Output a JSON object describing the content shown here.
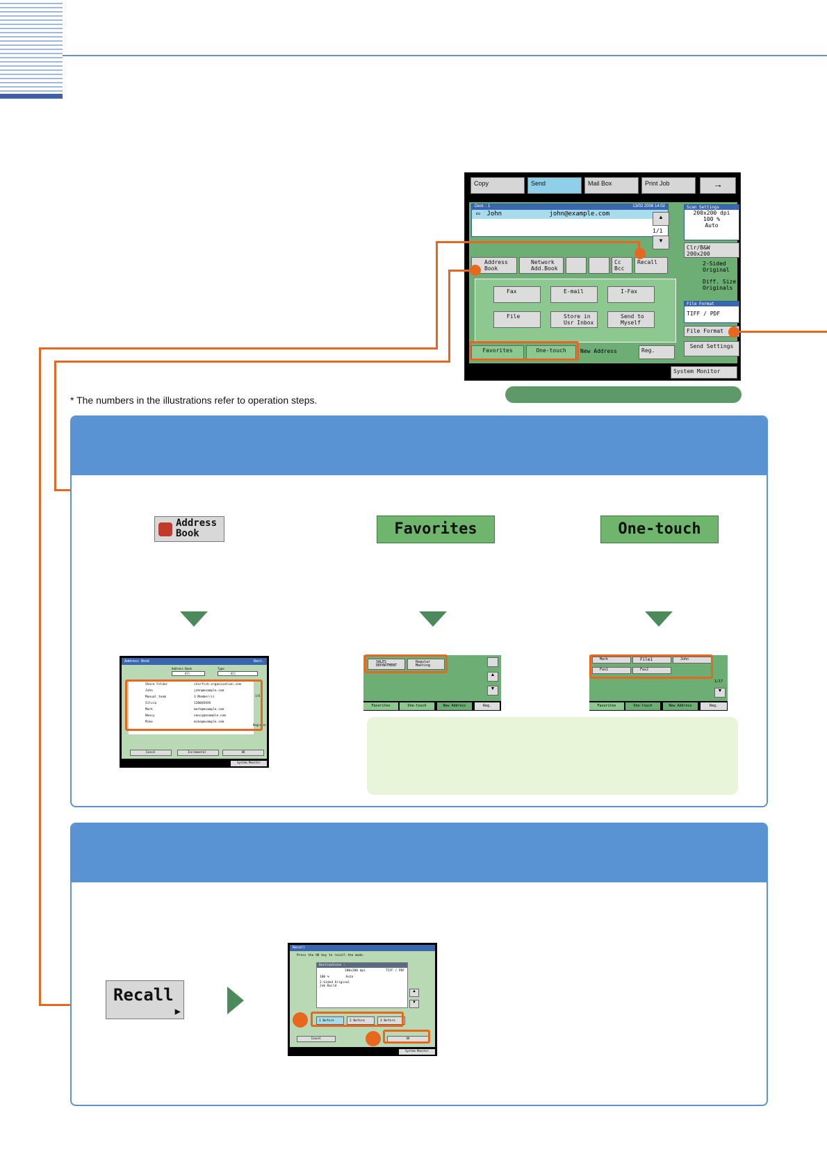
{
  "note": "* The numbers in the illustrations refer to operation steps.",
  "panel": {
    "tabs": [
      "Copy",
      "Send",
      "Mail Box",
      "Print Job"
    ],
    "dest_label": "Dest. :",
    "dest_count": "1",
    "dest_datetime": "13/02 2008 14:02",
    "dest_name": "John",
    "dest_email": "john@example.com",
    "page_indicator": "1/1",
    "scan_settings_label": "Scan Settings",
    "resolution": "200x200 dpi",
    "zoom": "100 %",
    "auto": "Auto",
    "color_mode": "Clr/B&W",
    "color_res": "200x200",
    "two_sided": "2-Sided Original",
    "diff_size": "Diff. Size Originals",
    "file_format_label": "File Format",
    "file_format_value": "TIFF / PDF",
    "file_format_btn": "File Format",
    "send_settings": "Send Settings",
    "address_book": "Address Book",
    "network_book": "Network Add.Book",
    "cc_bcc": "Cc Bcc",
    "recall": "Recall",
    "fax": "Fax",
    "email": "E-mail",
    "ifax": "I-Fax",
    "file": "File",
    "store_inbox": "Store in Usr Inbox",
    "send_myself": "Send to Myself",
    "favorites": "Favorites",
    "one_touch": "One-touch",
    "new_address": "New Address",
    "reg": "Reg.",
    "system_monitor": "System Monitor"
  },
  "buttons": {
    "address_book": "Address Book",
    "favorites": "Favorites",
    "one_touch": "One-touch",
    "recall": "Recall"
  },
  "addr_screen": {
    "title": "Address Book",
    "dest": "Dest.",
    "book_label": "Address Book",
    "type_label": "Type",
    "all": "All",
    "entries": [
      [
        "Share Folder",
        "starfish.organization.com"
      ],
      [
        "John",
        "john@example.com"
      ],
      [
        "Manual team",
        "3 Member(s)"
      ],
      [
        "Silvia",
        "1200XXXXX"
      ],
      [
        "Mark",
        "mark@example.com"
      ],
      [
        "Nancy",
        "nancy@example.com"
      ],
      [
        "Mike",
        "mike@example.com"
      ]
    ],
    "page": "1/6",
    "register": "Register",
    "cancel": "Cancel",
    "incremental": "Incremental",
    "ok": "OK",
    "system_monitor": "System Monitor"
  },
  "fav_screen": {
    "items": [
      "SALES DEPARTMENT",
      "Regular Meeting"
    ],
    "tabs": [
      "Favorites",
      "One-touch",
      "New Address",
      "Reg."
    ]
  },
  "ot_screen": {
    "items": [
      "Mark",
      "File1",
      "John",
      "Fax1",
      "Fax2"
    ],
    "page": "1/17",
    "tabs": [
      "Favorites",
      "One-touch",
      "New Address",
      "Reg."
    ]
  },
  "recall_screen": {
    "title": "Recall",
    "instruction": "Press the OK key to recall the mode.",
    "destinations": "Destinations :",
    "resolution": "200x200 dpi",
    "format": "TIFF / PDF",
    "zoom": "100 %",
    "auto": "Auto",
    "options": [
      "2-Sided Original",
      "Job Build"
    ],
    "before": [
      "1 Before",
      "2 Before",
      "3 Before"
    ],
    "cancel": "Cancel",
    "ok": "OK",
    "system_monitor": "System Monitor"
  },
  "colors": {
    "accent_blue": "#5a93d4",
    "orange": "#e8671e",
    "panel_green": "#6cae74"
  }
}
